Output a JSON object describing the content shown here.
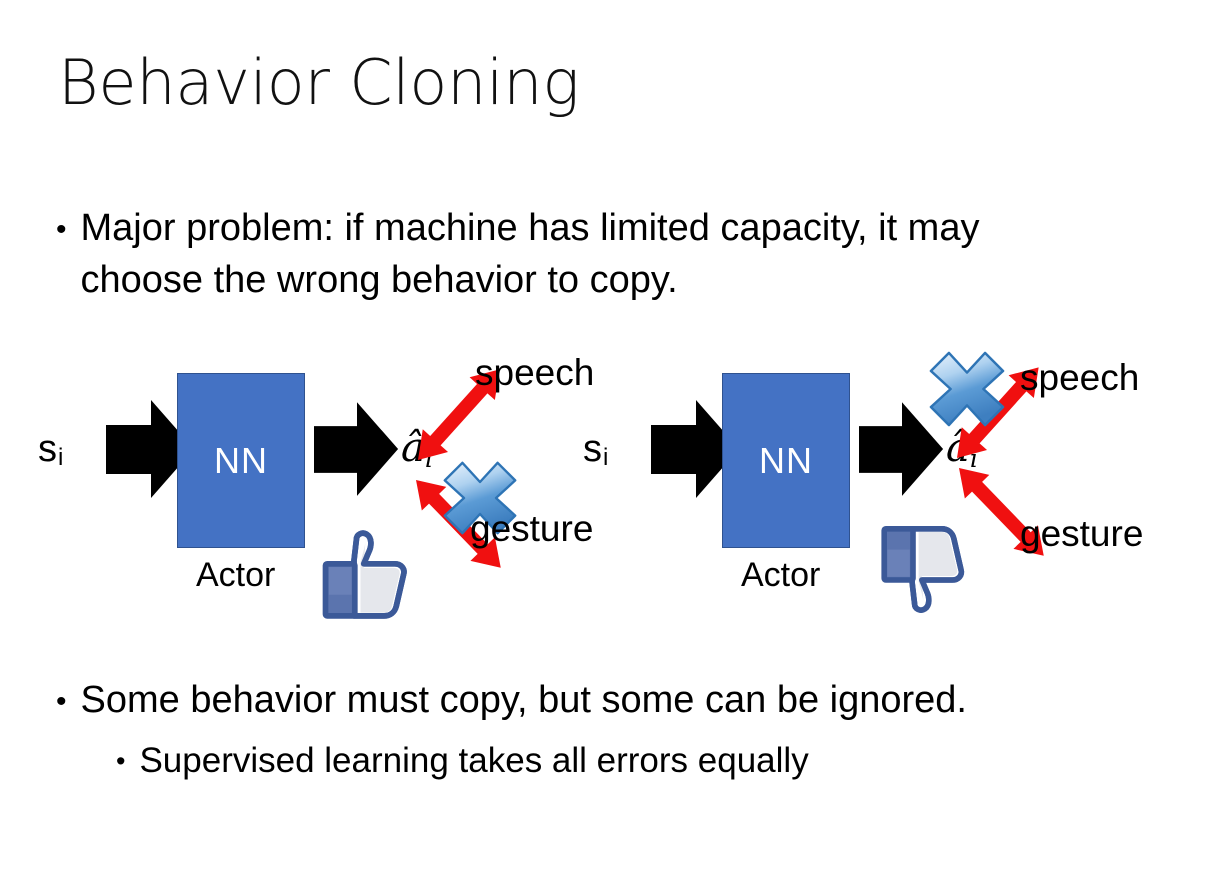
{
  "slide": {
    "title": "Behavior Cloning",
    "background_color": "#FFFFFF",
    "text_color": "#000000"
  },
  "bullets": {
    "top": {
      "marker": "•",
      "text": "Major problem: if machine has limited capacity, it may choose the wrong behavior to copy."
    },
    "bottom_level1": {
      "marker": "•",
      "text": "Some behavior must copy, but some can be ignored."
    },
    "bottom_level2": {
      "marker": "•",
      "text": "Supervised learning takes all errors equally"
    }
  },
  "colors": {
    "nn_box_fill": "#4472C4",
    "nn_box_border": "#2F528F",
    "arrow_black": "#000000",
    "arrow_red": "#F01010",
    "cross_blue_light": "#CFE2F7",
    "cross_blue_mid": "#5B9BD5",
    "cross_blue_dark": "#2E74B5",
    "facebook_blue": "#3B5998",
    "thumb_fill": "#FFFFFF",
    "thumb_shade": "#E4E6EB"
  },
  "diagrams": [
    {
      "id": "left",
      "state_label": "s",
      "state_subscript": "i",
      "box_label": "NN",
      "box_caption": "Actor",
      "action_label": "â",
      "action_subscript": "i",
      "branch_up_label": "speech",
      "branch_down_label": "gesture",
      "crossed_branch": "gesture",
      "feedback_icon": "thumbs-up-icon"
    },
    {
      "id": "right",
      "state_label": "s",
      "state_subscript": "i",
      "box_label": "NN",
      "box_caption": "Actor",
      "action_label": "â",
      "action_subscript": "i",
      "branch_up_label": "speech",
      "branch_down_label": "gesture",
      "crossed_branch": "speech",
      "feedback_icon": "thumbs-down-icon"
    }
  ]
}
